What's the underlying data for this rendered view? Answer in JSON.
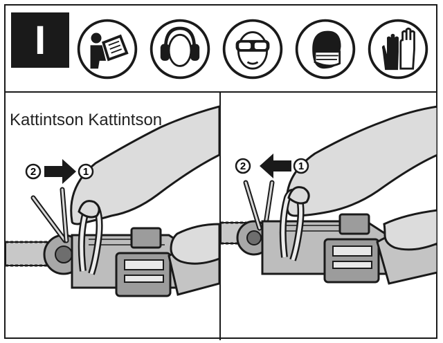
{
  "header": {
    "step_label": "I",
    "icons": [
      "read-manual-icon",
      "ear-protection-icon",
      "eye-protection-icon",
      "dust-mask-icon",
      "gloves-icon"
    ]
  },
  "panel_left": {
    "caption": "Kattintson Kattintson",
    "marker_from": "2",
    "marker_to": "1"
  },
  "panel_right": {
    "marker_from": "2",
    "marker_to": "1"
  },
  "colors": {
    "ink": "#1a1a1a",
    "hand_fill": "#dcdcdc",
    "tool_fill": "#b8b8b8"
  }
}
